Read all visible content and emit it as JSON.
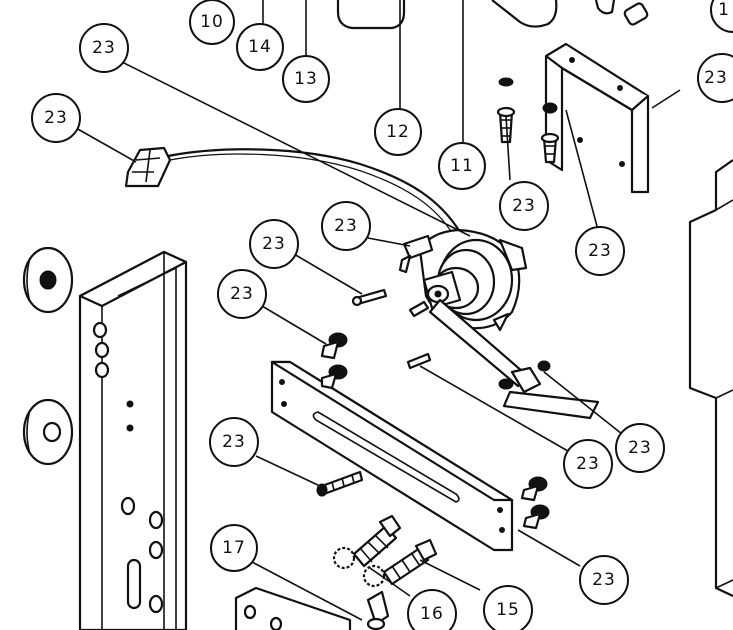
{
  "callouts": [
    {
      "id": "c10",
      "label": "10"
    },
    {
      "id": "c14",
      "label": "14"
    },
    {
      "id": "c13",
      "label": "13"
    },
    {
      "id": "c1",
      "label": "1"
    },
    {
      "id": "c23a",
      "label": "23"
    },
    {
      "id": "c23b",
      "label": "23"
    },
    {
      "id": "c12",
      "label": "12"
    },
    {
      "id": "c11",
      "label": "11"
    },
    {
      "id": "c23c",
      "label": "23"
    },
    {
      "id": "c23d",
      "label": "23"
    },
    {
      "id": "c23e",
      "label": "23"
    },
    {
      "id": "c23f",
      "label": "23"
    },
    {
      "id": "c23g",
      "label": "23"
    },
    {
      "id": "c23h",
      "label": "23"
    },
    {
      "id": "c23i",
      "label": "23"
    },
    {
      "id": "c23j",
      "label": "23"
    },
    {
      "id": "c23k",
      "label": "23"
    },
    {
      "id": "c23l",
      "label": "23"
    },
    {
      "id": "c17",
      "label": "17"
    },
    {
      "id": "c16",
      "label": "16"
    },
    {
      "id": "c15",
      "label": "15"
    }
  ]
}
